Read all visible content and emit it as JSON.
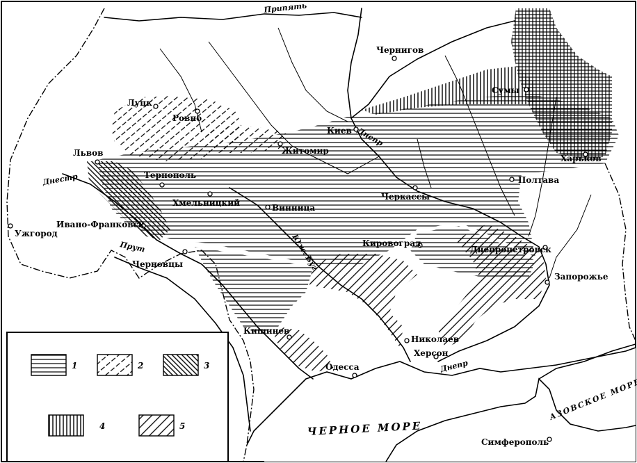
{
  "cities": [
    {
      "id": "chernigov",
      "name": "Чернигов"
    },
    {
      "id": "sumy",
      "name": "Сумы"
    },
    {
      "id": "lutsk",
      "name": "Луцк"
    },
    {
      "id": "rovno",
      "name": "Ровно"
    },
    {
      "id": "kiev",
      "name": "Киев"
    },
    {
      "id": "lvov",
      "name": "Львов"
    },
    {
      "id": "zhitomir",
      "name": "Житомир"
    },
    {
      "id": "kharkov",
      "name": "Харьков"
    },
    {
      "id": "ternopol",
      "name": "Тернополь"
    },
    {
      "id": "poltava",
      "name": "Полтава"
    },
    {
      "id": "cherkassy",
      "name": "Черкассы"
    },
    {
      "id": "khmelnitsky",
      "name": "Хмельницкий"
    },
    {
      "id": "vinnitsa",
      "name": "Винница"
    },
    {
      "id": "ivano",
      "name": "Ивано-Франковск"
    },
    {
      "id": "uzhgorod",
      "name": "Ужгород"
    },
    {
      "id": "kirovograd",
      "name": "Кировоград"
    },
    {
      "id": "dnepropetrovsk",
      "name": "Днепропетровск"
    },
    {
      "id": "chernovtsy",
      "name": "Черновцы"
    },
    {
      "id": "zaporozhye",
      "name": "Запорожье"
    },
    {
      "id": "kishinev",
      "name": "Кишинев"
    },
    {
      "id": "nikolaev",
      "name": "Николаев"
    },
    {
      "id": "kherson",
      "name": "Херсон"
    },
    {
      "id": "odessa",
      "name": "Одесса"
    },
    {
      "id": "simferopol",
      "name": "Симферополь"
    }
  ],
  "rivers": {
    "pripyat": "Припять",
    "dnepr_upper": "Днепр",
    "dnestr": "Днестр",
    "prut": "Прут",
    "yuzh_bug": "Юж. Буг",
    "dnepr_lower": "Днепр"
  },
  "seas": {
    "black_sea": "ЧЕРНОЕ МОРЕ",
    "azov_sea": "АЗОВСКОЕ МОРЕ"
  },
  "legend": {
    "items": [
      {
        "num": "1",
        "pattern": "horizontal"
      },
      {
        "num": "2",
        "pattern": "dashed-diagonal"
      },
      {
        "num": "3",
        "pattern": "back-diagonal"
      },
      {
        "num": "4",
        "pattern": "vertical"
      },
      {
        "num": "5",
        "pattern": "diagonal"
      }
    ]
  }
}
